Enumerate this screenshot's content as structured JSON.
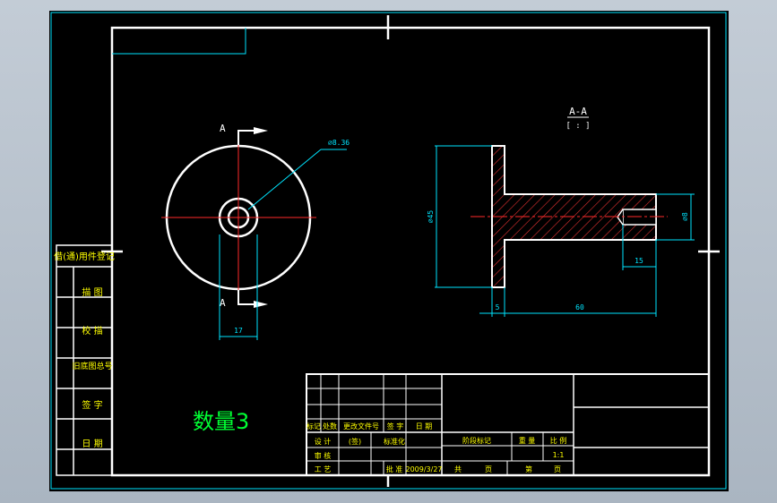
{
  "drawing": {
    "section_title": "A-A",
    "section_scale": "[ : ]",
    "section_mark": "A",
    "quantity_label": "数量3"
  },
  "dimensions": {
    "hole_callout": "⌀8.36",
    "width_17": "17",
    "height_left": "⌀45",
    "hole_dia": "⌀8",
    "depth_15": "15",
    "flange_5": "5",
    "length_60": "60"
  },
  "side_table": {
    "rows": [
      "借(通)用件登记",
      "描 图",
      "校 描",
      "旧底图总号",
      "签 字",
      "日 期"
    ]
  },
  "title_block": {
    "rev_headers": [
      "标记",
      "处数",
      "更改文件号",
      "签 字",
      "日 期"
    ],
    "designer_row": [
      "设 计",
      "(签)",
      "标准化"
    ],
    "checker_row": [
      "审 核",
      "",
      ""
    ],
    "process_row": [
      "工 艺",
      "",
      "批 准",
      "2009/3/27"
    ],
    "stage_headers": [
      "阶段标记",
      "重 量",
      "比 例"
    ],
    "scale_value": "1:1",
    "sheet_row": [
      "共",
      "页",
      "第",
      "页"
    ]
  },
  "colors": {
    "frame": "#ffffff",
    "dimension": "#00e5ff",
    "centerline": "#ff2a2a",
    "hatch": "#e03030",
    "table_text": "#ffff00",
    "quantity_text": "#00ff33"
  }
}
